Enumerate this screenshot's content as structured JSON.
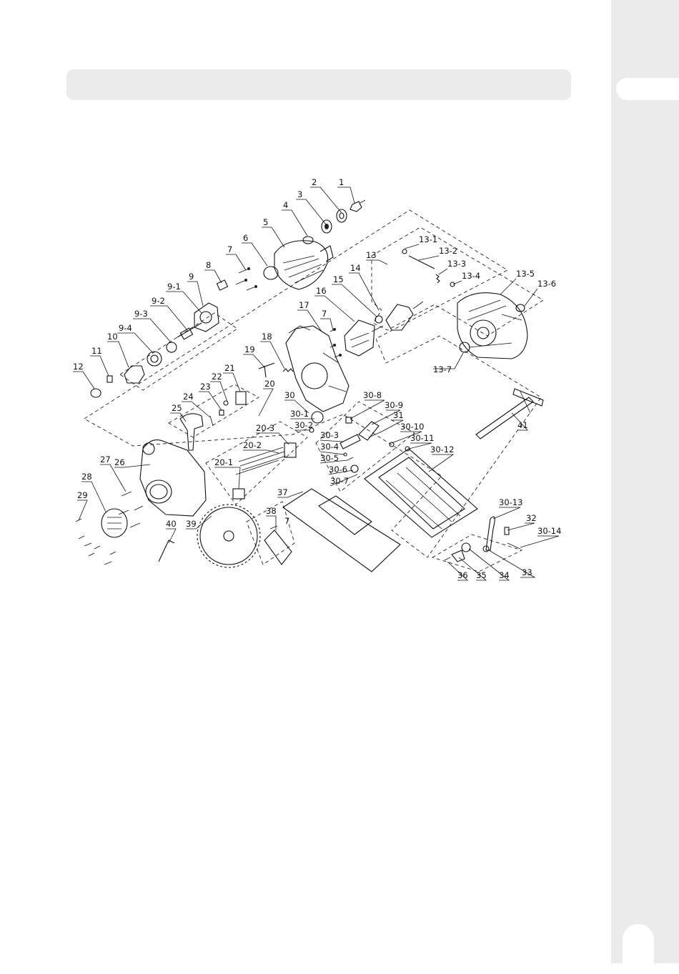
{
  "diagram": {
    "labels": {
      "p1": "1",
      "p2": "2",
      "p3": "3",
      "p4": "4",
      "p5": "5",
      "p6": "6",
      "p7a": "7",
      "p8": "8",
      "p9": "9",
      "p9_1": "9-1",
      "p9_2": "9-2",
      "p9_3": "9-3",
      "p9_4": "9-4",
      "p10": "10",
      "p11": "11",
      "p12": "12",
      "p13": "13",
      "p13_1": "13-1",
      "p13_2": "13-2",
      "p13_3": "13-3",
      "p13_4": "13-4",
      "p13_5": "13-5",
      "p13_6": "13-6",
      "p13_7": "13-7",
      "p14": "14",
      "p15": "15",
      "p16": "16",
      "p17": "17",
      "p7b": "7",
      "p18": "18",
      "p19": "19",
      "p20": "20",
      "p20_1": "20-1",
      "p20_2": "20-2",
      "p20_3": "20-3",
      "p21": "21",
      "p22": "22",
      "p23": "23",
      "p24": "24",
      "p25": "25",
      "p26": "26",
      "p27": "27",
      "p28": "28",
      "p29": "29",
      "p30": "30",
      "p30_1": "30-1",
      "p30_2": "30-2",
      "p30_3": "30-3",
      "p30_4": "30-4",
      "p30_5": "30-5",
      "p30_6": "30-6",
      "p30_7": "30-7",
      "p30_8": "30-8",
      "p30_9": "30-9",
      "p30_10": "30-10",
      "p30_11": "30-11",
      "p30_12": "30-12",
      "p30_13": "30-13",
      "p30_14": "30-14",
      "p31": "31",
      "p32": "32",
      "p33": "33",
      "p34": "34",
      "p35": "35",
      "p36": "36",
      "p37": "37",
      "p38": "38",
      "p39": "39",
      "p40": "40",
      "p7c": "7",
      "p41": "41"
    }
  }
}
